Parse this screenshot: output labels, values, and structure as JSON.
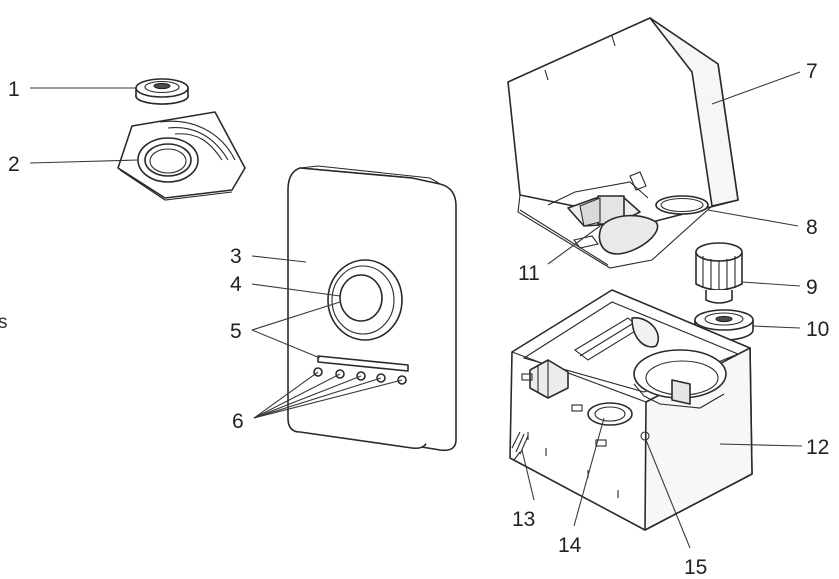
{
  "callouts": [
    {
      "id": "1",
      "text": "1"
    },
    {
      "id": "2",
      "text": "2"
    },
    {
      "id": "3",
      "text": "3"
    },
    {
      "id": "4",
      "text": "4"
    },
    {
      "id": "5",
      "text": "5"
    },
    {
      "id": "6",
      "text": "6"
    },
    {
      "id": "7",
      "text": "7"
    },
    {
      "id": "8",
      "text": "8"
    },
    {
      "id": "9",
      "text": "9"
    },
    {
      "id": "10",
      "text": "10"
    },
    {
      "id": "11",
      "text": "11"
    },
    {
      "id": "12",
      "text": "12"
    },
    {
      "id": "13",
      "text": "13"
    },
    {
      "id": "14",
      "text": "14"
    },
    {
      "id": "15",
      "text": "15"
    }
  ],
  "edge_text": "s"
}
